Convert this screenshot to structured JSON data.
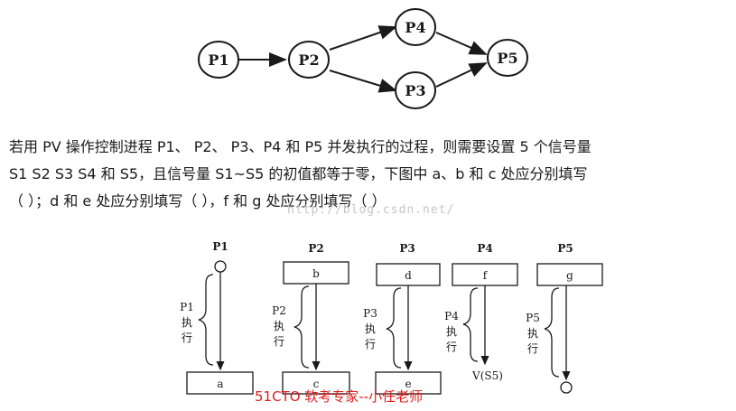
{
  "top_graph": {
    "nodes": [
      "P1",
      "P2",
      "P4",
      "P3",
      "P5"
    ]
  },
  "question": {
    "lines": [
      "若用 PV 操作控制进程 P1、 P2、 P3、P4 和 P5 并发执行的过程，则需要设置 5 个信号量",
      "S1   S2   S3   S4  和 S5，且信号量 S1~S5 的初值都等于零，下图中 a、b 和 c 处应分别填写",
      "（      ）；d 和 e 处应分别填写（      ），f 和 g 处应分别填写（      ）"
    ]
  },
  "watermark": "http://blog.csdn.net/",
  "process_diagram": {
    "headers": [
      "P1",
      "P2",
      "P3",
      "P4",
      "P5"
    ],
    "boxes": [
      "b",
      "d",
      "f",
      "g",
      "a",
      "c",
      "e"
    ],
    "side_labels": [
      {
        "id": "p1",
        "lines": [
          "P1",
          "执",
          "行"
        ]
      },
      {
        "id": "p2",
        "lines": [
          "P2",
          "执",
          "行"
        ]
      },
      {
        "id": "p3",
        "lines": [
          "P3",
          "执",
          "行"
        ]
      },
      {
        "id": "p4",
        "lines": [
          "P4",
          "执",
          "行"
        ]
      },
      {
        "id": "p5",
        "lines": [
          "P5",
          "执",
          "行"
        ]
      }
    ],
    "v_label": "V(S5)"
  },
  "credit": "51CTO  软考专家--小任老师",
  "colors": {
    "ink": "#1a1a1a",
    "credit": "#e01b1b",
    "watermark": "#c6c6c6"
  }
}
